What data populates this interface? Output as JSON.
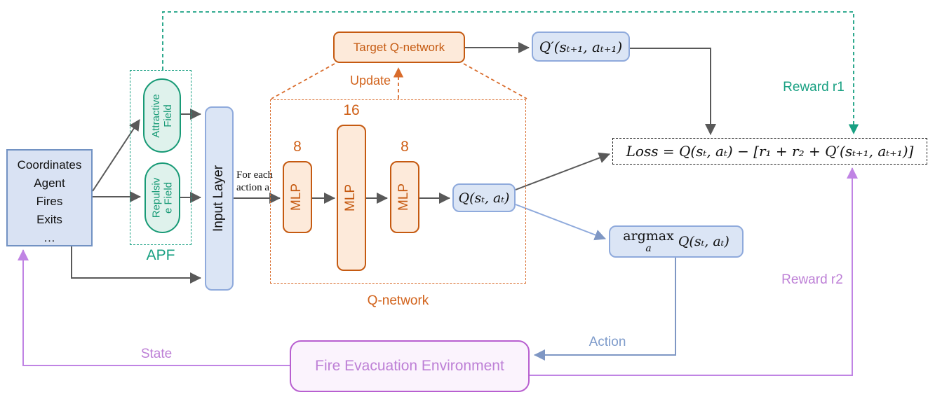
{
  "diagram": {
    "state_box": {
      "lines": [
        "Coordinates",
        "Agent",
        "Fires",
        "Exits",
        "…"
      ]
    },
    "apf": {
      "title": "APF",
      "attractive": [
        "Attractive",
        "Field"
      ],
      "repulsive": [
        "Repulsiv",
        "e Field"
      ]
    },
    "input_layer": "Input Layer",
    "for_each": [
      "For each",
      "action a"
    ],
    "qnetwork": {
      "label": "Q-network",
      "layer_label": "MLP",
      "layer_sizes": [
        "8",
        "16",
        "8"
      ]
    },
    "target": {
      "label": "Target Q-network",
      "update": "Update"
    },
    "q_value": "Q(sₜ, aₜ)",
    "q_target": "Q′(sₜ₊₁, aₜ₊₁)",
    "loss": "Loss =  Q(sₜ, aₜ) − [r₁ + r₂ + Q′(sₜ₊₁, aₜ₊₁)]",
    "argmax": {
      "op": "argmax",
      "sub": "a",
      "expr": "Q(sₜ, aₜ)"
    },
    "environment": "Fire Evacuation Environment",
    "edges": {
      "reward1": "Reward r1",
      "reward2": "Reward r2",
      "state": "State",
      "action": "Action"
    },
    "colors": {
      "gray_arrow": "#595959",
      "blue_fill": "#dbe5f5",
      "blue_border": "#8faadc",
      "orange": "#c55a11",
      "orange_fill": "#fdeada",
      "teal": "#18a082",
      "purple_border": "#b85fd0",
      "purple_line": "#c084e4",
      "action_line": "#7f97c4"
    }
  }
}
